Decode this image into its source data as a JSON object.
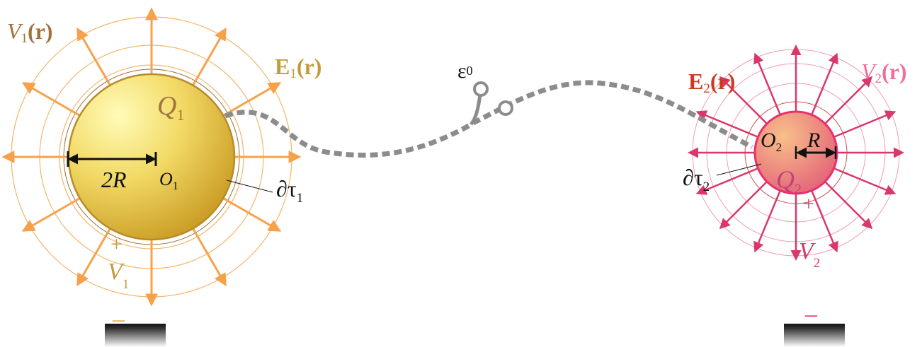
{
  "colors": {
    "field1": "#f7a14a",
    "field1_ring": "#f3b56c",
    "sphere1_light": "#fff7a8",
    "sphere1_mid": "#f0d45a",
    "sphere1_dark": "#c99a22",
    "label1": "#a0733b",
    "label1_field": "#c49b3a",
    "field2": "#d8386a",
    "field2_ring": "#f29ab4",
    "sphere2_light": "#f7b58a",
    "sphere2_dark": "#e0607a",
    "label2": "#ef6f9b",
    "label2_field": "#cc3b20",
    "wire": "#8c8c8c",
    "dim": "#111111",
    "ground_top": "#222222"
  },
  "labels": {
    "V1r_var": "V",
    "V1r_sub": "1",
    "V1r_arg": "(r)",
    "E1r_var": "E",
    "E1r_sub": "1",
    "E1r_arg": "(r)",
    "Q1_var": "Q",
    "Q1_sub": "1",
    "twoR": "2R",
    "O1_var": "O",
    "O1_sub": "1",
    "dtau1_var": "∂τ",
    "dtau1_sub": "1",
    "plus1": "+",
    "V1_var": "V",
    "V1_sub": "1",
    "minus1": "–",
    "eps0_var": "ε",
    "eps0_sub": "0",
    "E2r_var": "E",
    "E2r_sub": "2",
    "E2r_arg": "(r)",
    "V2r_var": "V",
    "V2r_sub": "2",
    "V2r_arg": "(r)",
    "O2_var": "O",
    "O2_sub": "2",
    "R": "R",
    "dtau2_var": "∂τ",
    "dtau2_sub": "2",
    "Q2_var": "Q",
    "Q2_sub": "2",
    "plus2": "+",
    "V2_var": "V",
    "V2_sub": "2",
    "minus2": "–"
  }
}
